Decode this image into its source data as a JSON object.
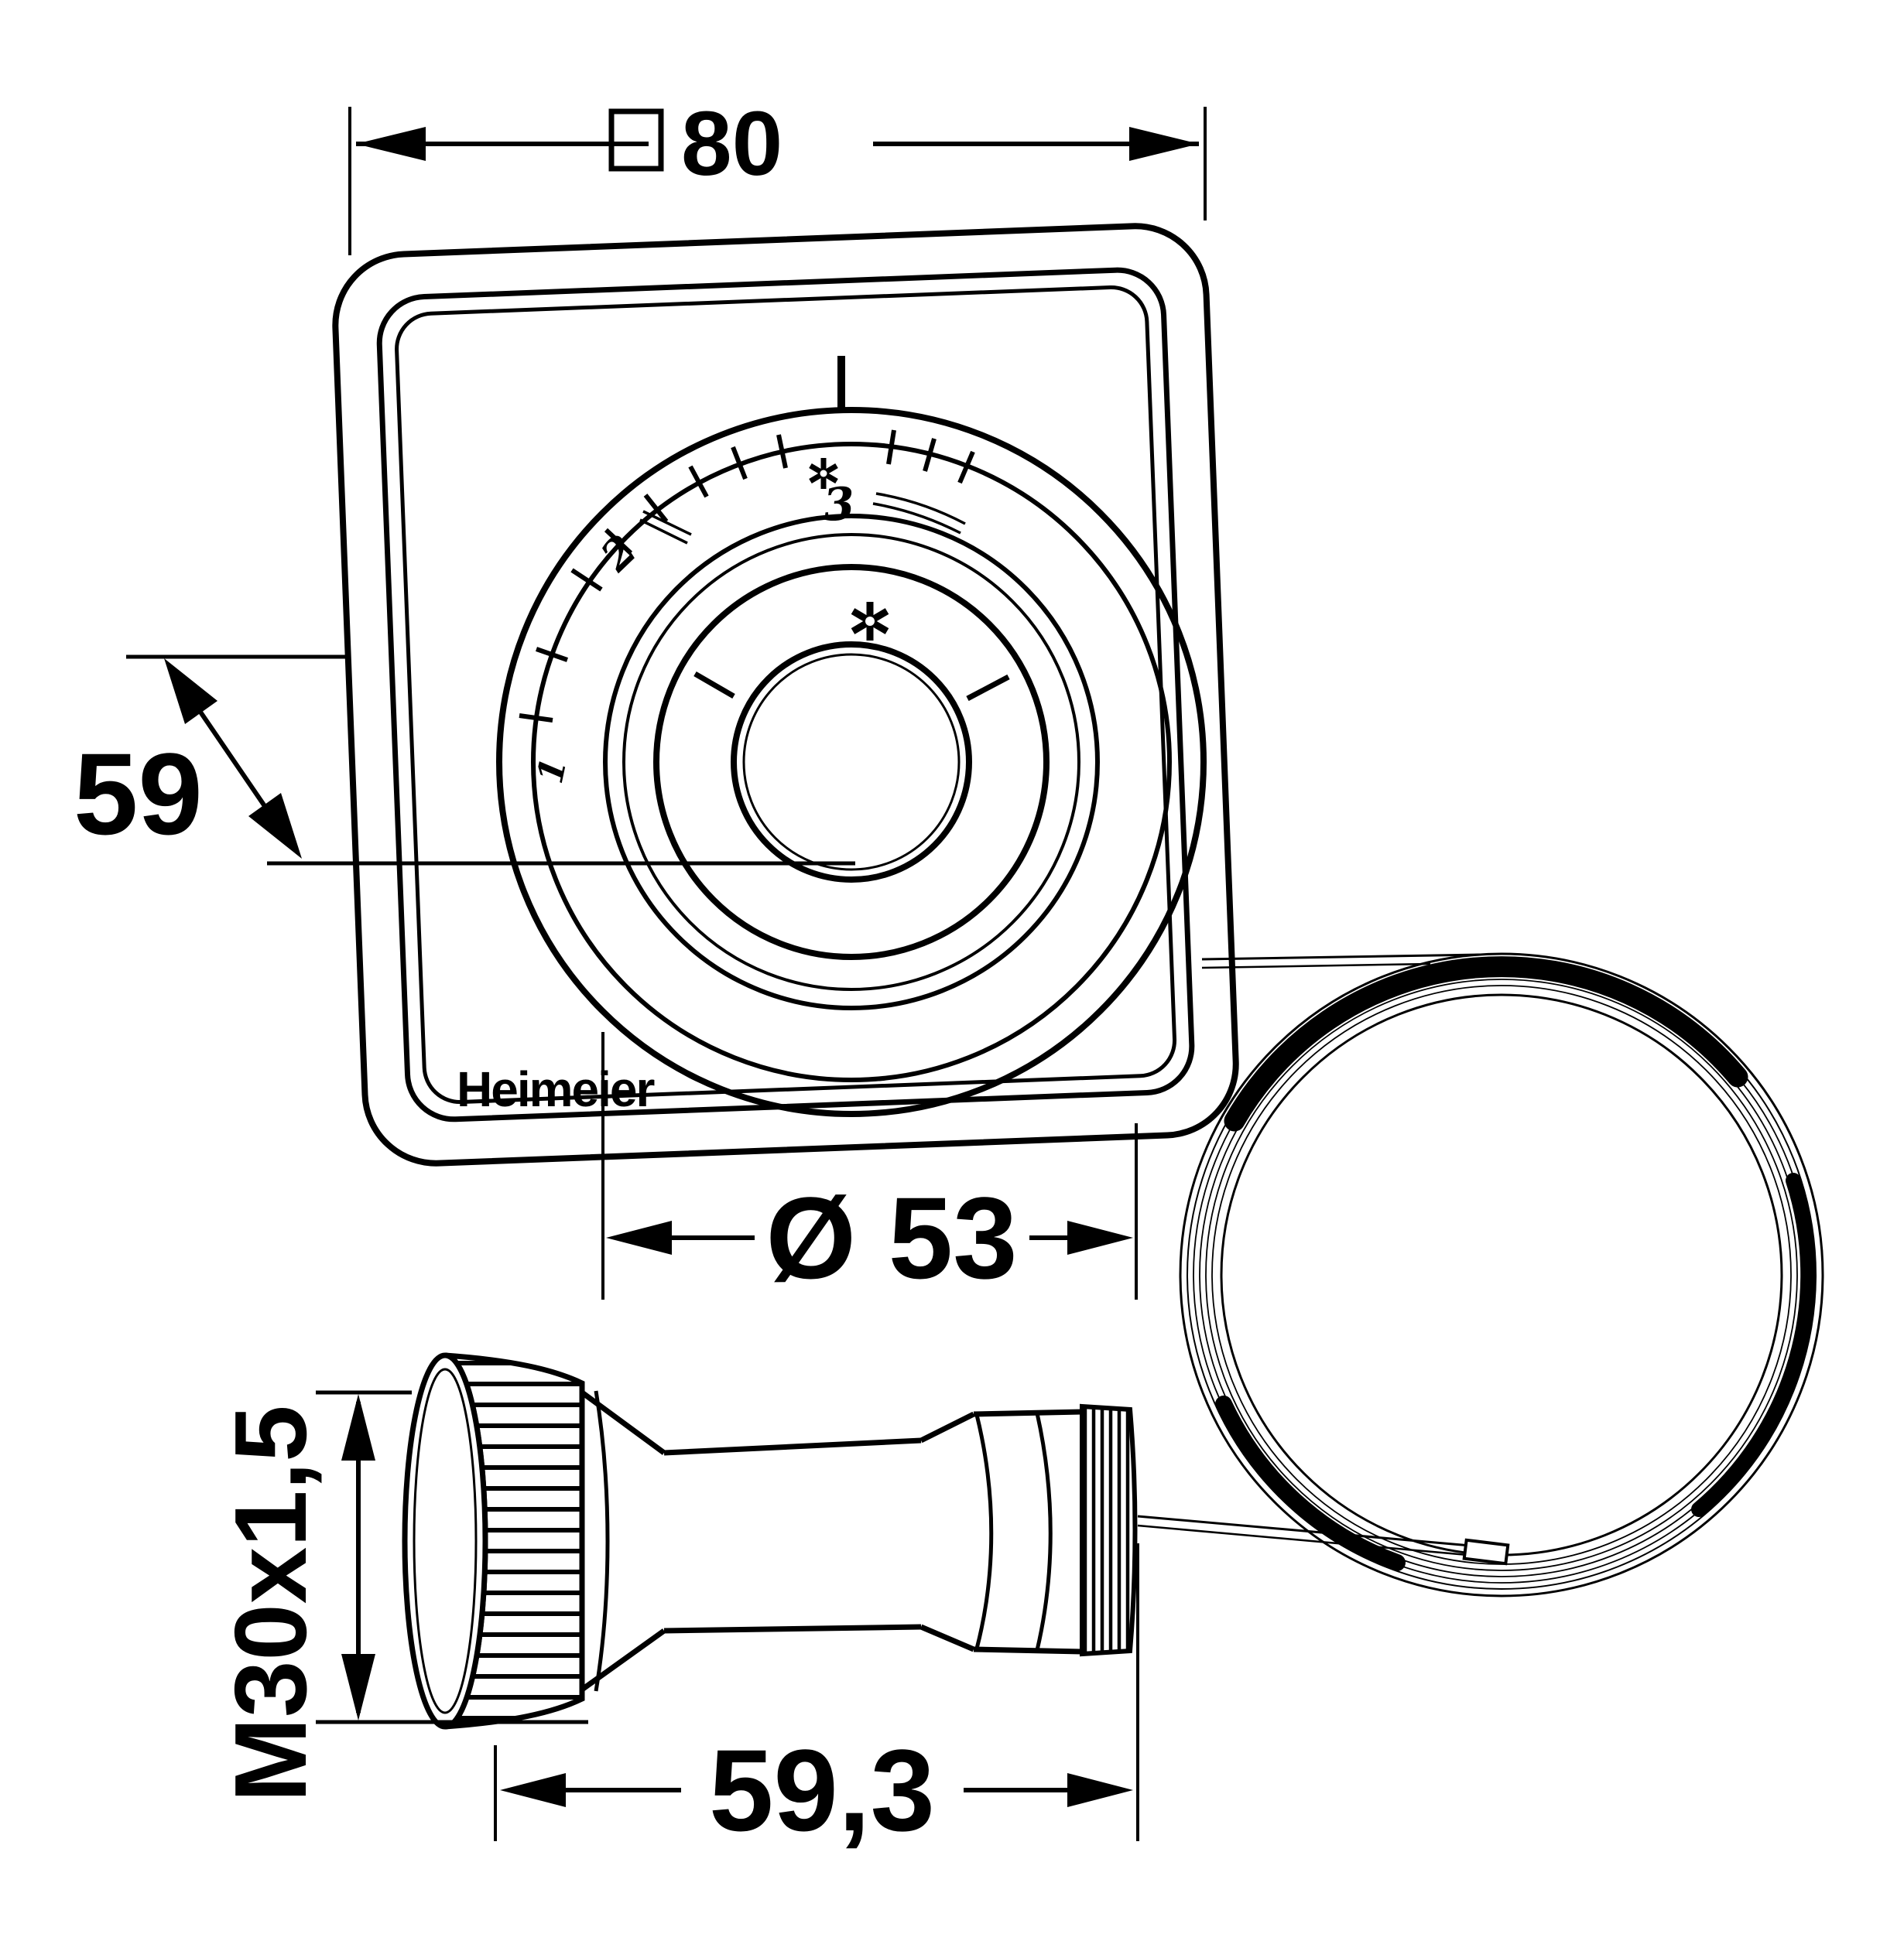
{
  "drawing": {
    "brand": "Heimeier",
    "dimensions": {
      "face_width": "80",
      "depth": "59",
      "dial_diameter": "Ø 53",
      "thread": "M30x1,5",
      "body_length": "59,3"
    },
    "dial_scale": {
      "labels": [
        "1",
        "2",
        "3"
      ],
      "frost_symbol": "six-spoke-asterisk"
    },
    "colors": {
      "line": "#000000",
      "background": "#ffffff"
    }
  }
}
